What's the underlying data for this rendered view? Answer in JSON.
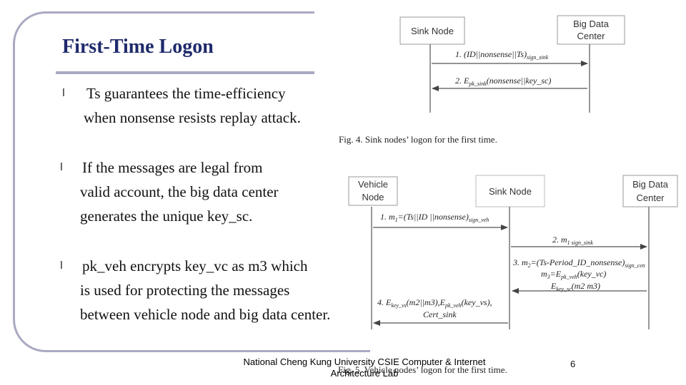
{
  "slide": {
    "title": "First-Time Logon",
    "bullets": [
      {
        "lines": [
          "Ts guarantees the time-efficiency",
          "when nonsense resists replay attack."
        ]
      },
      {
        "lines": [
          "If the messages are legal from",
          "valid account, the big data center",
          "generates the unique key_sc."
        ]
      },
      {
        "lines": [
          "pk_veh encrypts key_vc as m3 which",
          "is used for protecting the messages",
          "between vehicle node and big data center."
        ]
      }
    ],
    "bullet_glyph": "l",
    "footer_lines": [
      "National Cheng Kung University CSIE Computer & Internet",
      "Architecture Lab"
    ],
    "page_number": "6"
  },
  "fig4": {
    "caption": "Fig. 4.   Sink nodes’ logon for the first time.",
    "sink_node_label": "Sink Node",
    "big_data_label_1": "Big Data",
    "big_data_label_2": "Center",
    "msg1": "1. (ID||nonsense||Ts)",
    "msg1_sub": "sign_sink",
    "msg2": "2. E",
    "msg2_sub": "pk_sink",
    "msg2_rest": "(nonsense||key_sc)"
  },
  "fig5": {
    "caption": "Fig. 5.   Vehicle nodes’ logon for the first time.",
    "vehicle_label_1": "Vehicle",
    "vehicle_label_2": "Node",
    "sink_node_label": "Sink Node",
    "big_data_label_1": "Big Data",
    "big_data_label_2": "Center",
    "msg1": "1. m",
    "msg1_sub1": "1",
    "msg1_mid": "=(Ts||ID ||nonsense)",
    "msg1_sub2": "sign_veh",
    "msg2": "2. m",
    "msg2_sub": "1 sign_sink",
    "msg3_line1": "3. m",
    "msg3_line1_sub1": "2",
    "msg3_line1_mid": "=(Ts-Period_ID_nonsense)",
    "msg3_line1_sub2": "sign_cen",
    "msg3_line2": "m",
    "msg3_line2_sub1": "3",
    "msg3_line2_mid": "=E",
    "msg3_line2_sub2": "pk_veh",
    "msg3_line2_rest": "(key_vc)",
    "msg3_line3": "E",
    "msg3_line3_sub": "key_sc",
    "msg3_line3_rest": "(m2  m3)",
    "msg4_line1": "4. E",
    "msg4_line1_sub1": "key_vs",
    "msg4_line1_mid": "(m2||m3),E",
    "msg4_line1_sub2": "pk_veh",
    "msg4_line1_rest": "(key_vs),",
    "msg4_line2": "Cert_sink"
  }
}
